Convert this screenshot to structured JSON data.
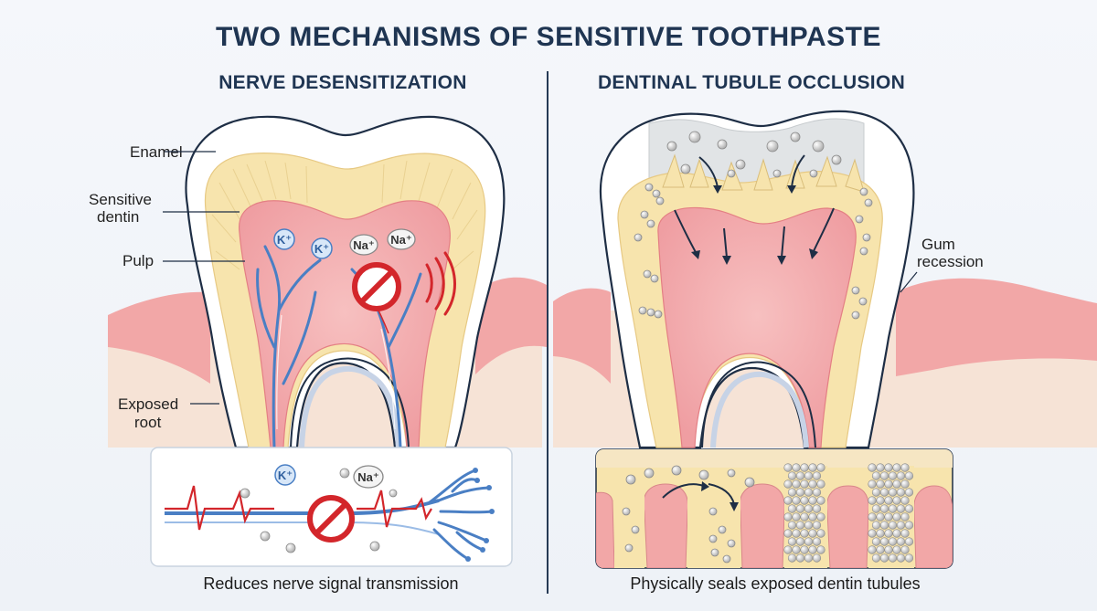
{
  "title": "TWO MECHANISMS OF SENSITIVE TOOTHPASTE",
  "left": {
    "heading": "NERVE DESENSITIZATION",
    "labels": {
      "enamel": "Enamel",
      "dentin_1": "Sensitive",
      "dentin_2": "dentin",
      "pulp": "Pulp",
      "root_1": "Exposed",
      "root_2": "root"
    },
    "ions": {
      "k": "K⁺",
      "na": "Na⁺"
    },
    "caption": "Reduces nerve signal transmission"
  },
  "right": {
    "heading": "DENTINAL TUBULE OCCLUSION",
    "labels": {
      "gum_1": "Gum",
      "gum_2": "recession"
    },
    "caption": "Physically seals exposed dentin tubules"
  },
  "colors": {
    "title": "#1f3552",
    "gum": "#f2a7a7",
    "dentin": "#f7e4ad",
    "pulp": "#f4aeb0",
    "enamel": "#ffffff",
    "nerve": "#4a7fc4",
    "block": "#d3262b",
    "bone": "#f6e6d8",
    "particle": "#d8d8d8"
  }
}
